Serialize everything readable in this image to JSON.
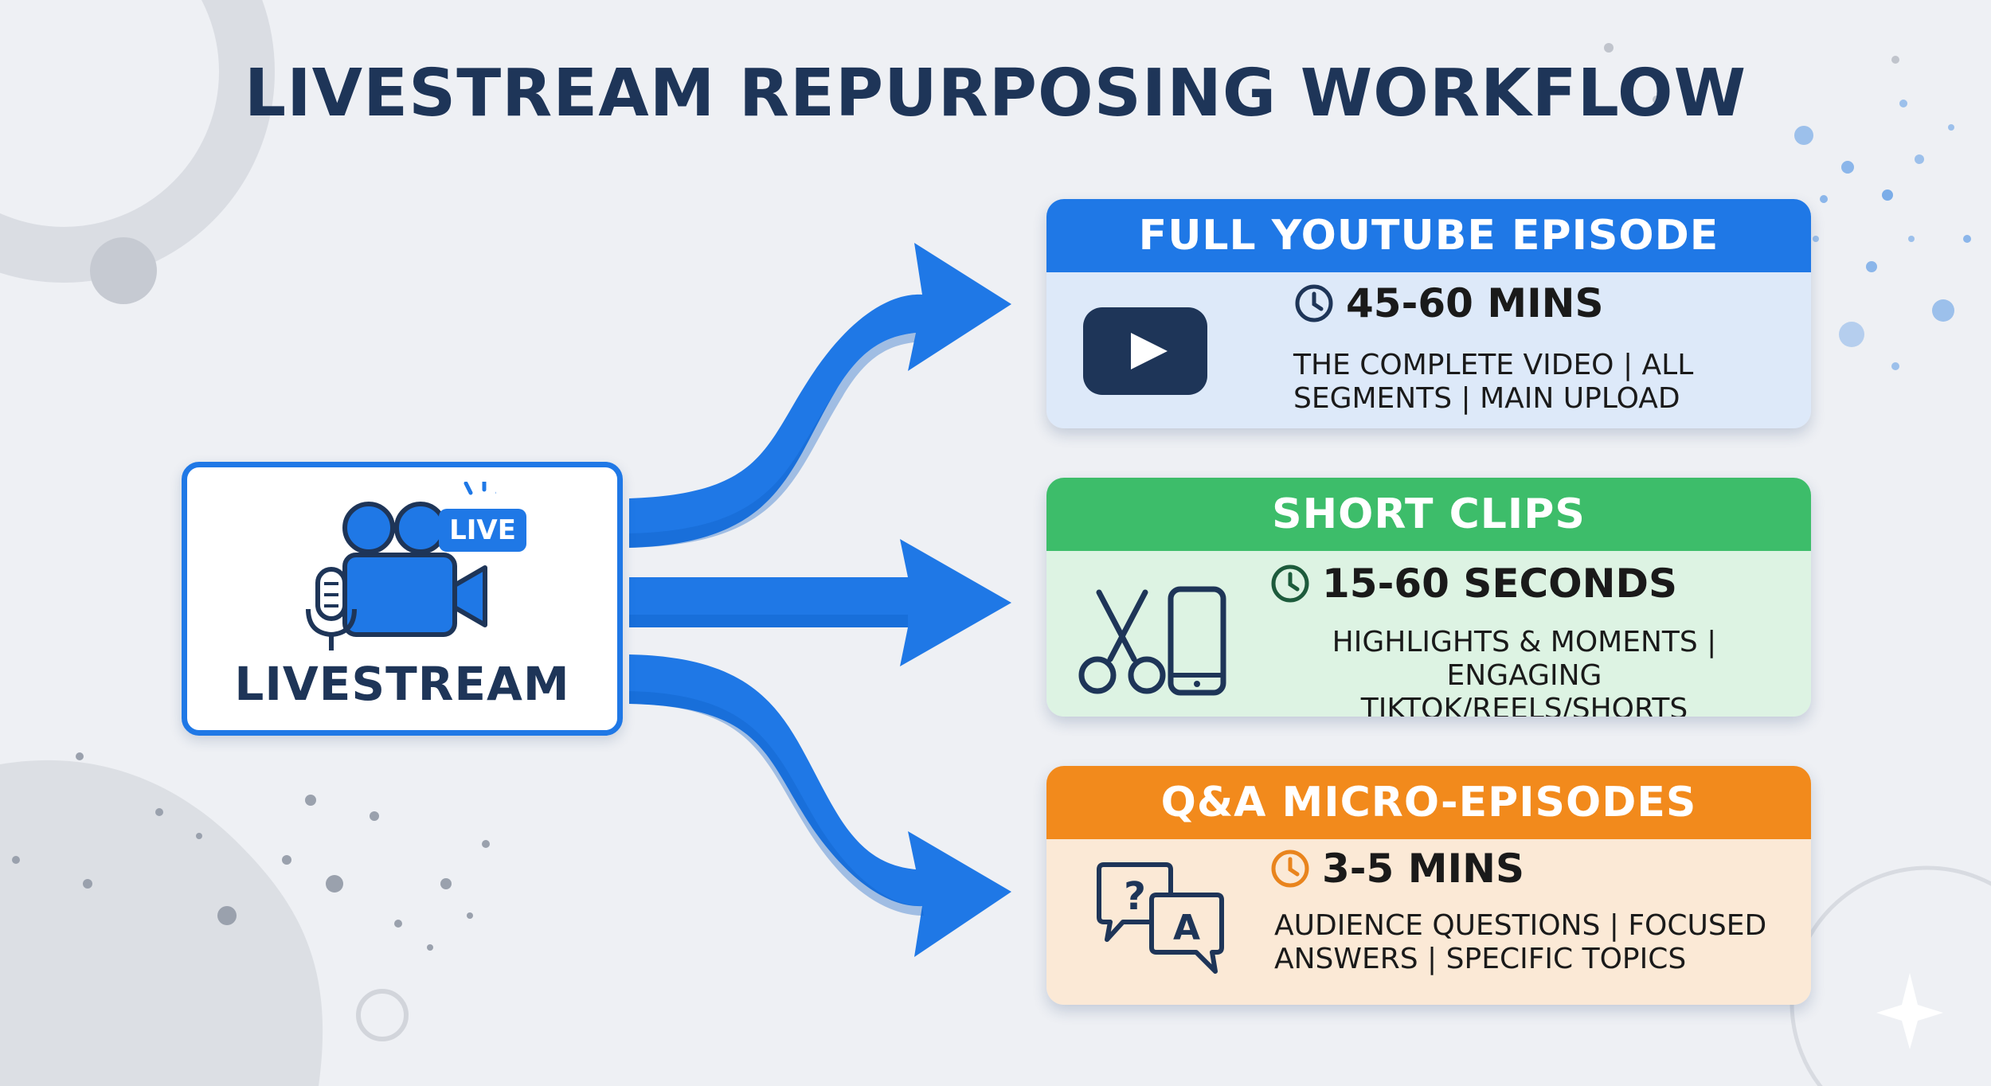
{
  "title": "LIVESTREAM REPURPOSING WORKFLOW",
  "source": {
    "label": "LIVESTREAM",
    "badge": "LIVE",
    "icons": [
      "microphone-icon",
      "video-camera-icon"
    ]
  },
  "outputs": [
    {
      "header": "FULL YOUTUBE EPISODE",
      "duration": "45-60 MINS",
      "desc_line1": "THE COMPLETE VIDEO | ALL",
      "desc_line2": "SEGMENTS | MAIN UPLOAD",
      "icon": "youtube-play-icon",
      "header_color": "#1f78e6",
      "body_color": "#dde9f9"
    },
    {
      "header": "SHORT CLIPS",
      "duration": "15-60 SECONDS",
      "desc_line1": "HIGHLIGHTS & MOMENTS | ENGAGING",
      "desc_line2": "TIKTOK/REELS/SHORTS",
      "icon": "scissors-and-phone-icon",
      "header_color": "#3dbd6a",
      "body_color": "#ddf3e3"
    },
    {
      "header": "Q&A MICRO-EPISODES",
      "duration": "3-5 MINS",
      "desc_line1": "AUDIENCE QUESTIONS | FOCUSED",
      "desc_line2": "ANSWERS | SPECIFIC TOPICS",
      "icon": "question-answer-bubbles-icon",
      "header_color": "#f28a1c",
      "body_color": "#fbe9d6"
    }
  ],
  "colors": {
    "title": "#1e3558",
    "arrow": "#1f78e6",
    "clock_blue": "#1e3558",
    "clock_green": "#1d5b3c",
    "clock_orange": "#e9841d"
  }
}
